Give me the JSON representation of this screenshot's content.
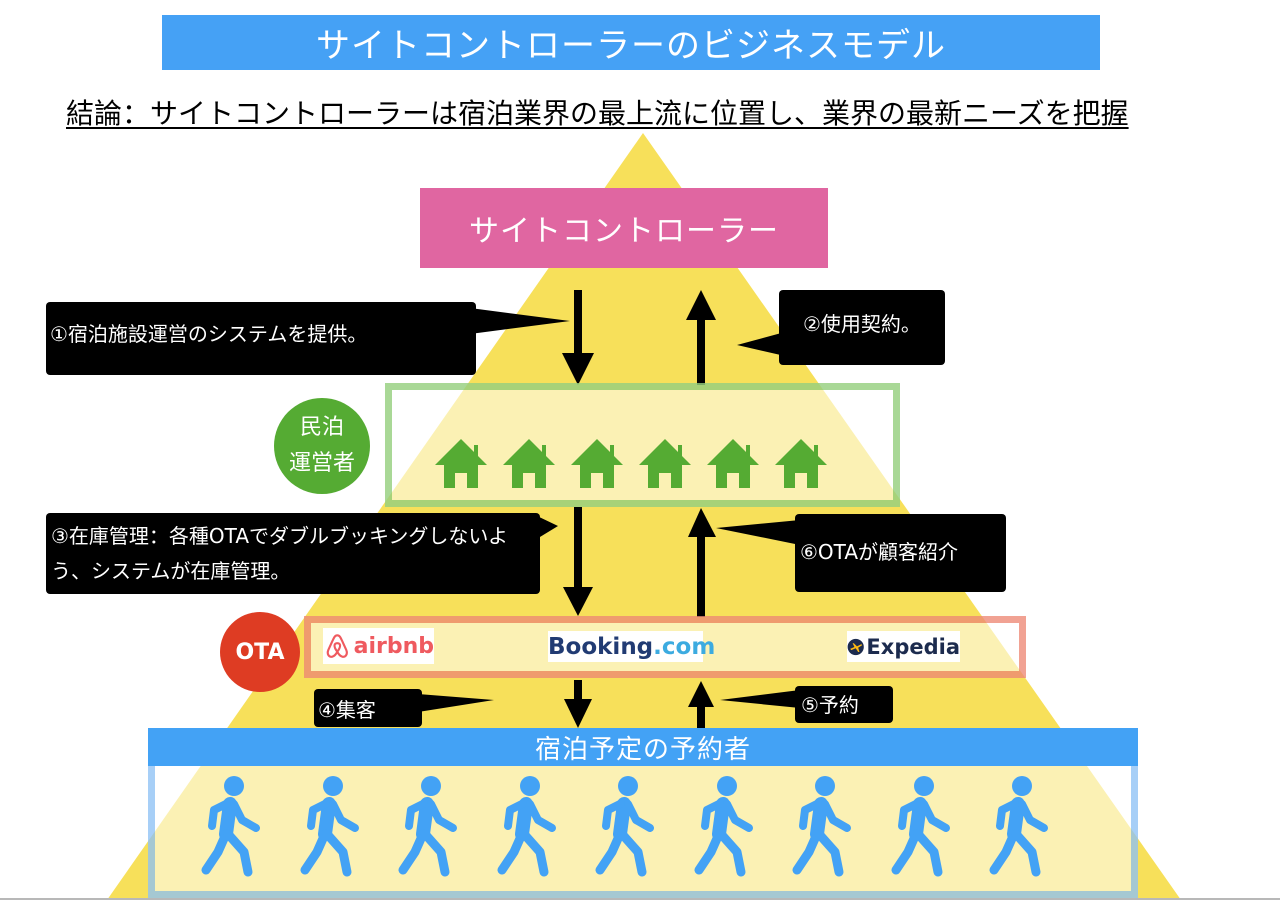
{
  "title": "サイトコントローラーのビジネスモデル",
  "conclusion": "結論：サイトコントローラーは宿泊業界の最上流に位置し、業界の最新ニーズを把握",
  "site_controller": {
    "label": "サイトコントローラー"
  },
  "callouts": {
    "step1": "①宿泊施設運営のシステムを提供。",
    "step2": "②使用契約。",
    "step3": "③在庫管理：各種OTAでダブルブッキングしないよう、システムが在庫管理。",
    "step4": "④集客",
    "step5": "⑤予約",
    "step6": "⑥OTAが顧客紹介"
  },
  "operators": {
    "label_line1": "民泊",
    "label_line2": "運営者",
    "icon": "house-icon",
    "count": 6
  },
  "ota": {
    "label": "OTA",
    "logos": [
      {
        "name": "airbnb",
        "text": "airbnb",
        "icon": "airbnb-belo-icon"
      },
      {
        "name": "booking",
        "text_main": "Booking",
        "text_suffix": ".com"
      },
      {
        "name": "expedia",
        "text": "Expedia",
        "icon": "expedia-plane-globe-icon"
      }
    ]
  },
  "guests": {
    "label": "宿泊予定の予約者",
    "icon": "walking-person-icon",
    "count": 9
  },
  "colors": {
    "title_bg": "#45a1f5",
    "site_controller_bg": "#e066a1",
    "pyramid": "#f7e05a",
    "operator_green": "#55ab33",
    "ota_red": "#de3c23",
    "guest_blue": "#43a2f5",
    "callout_bg": "#000000"
  }
}
